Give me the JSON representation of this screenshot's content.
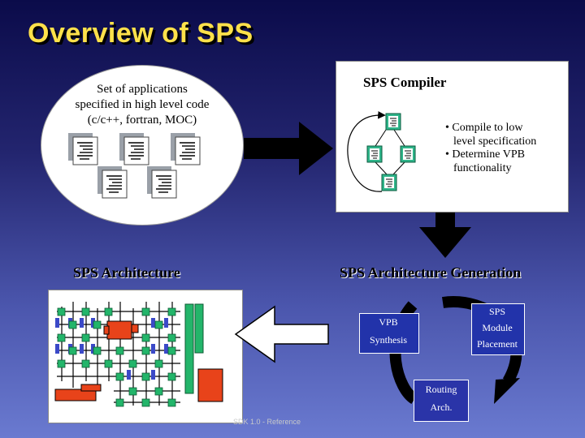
{
  "title": "Overview of SPS",
  "applications": {
    "lines": [
      "Set of applications",
      "specified in high level code",
      "(c/c++, fortran, MOC)"
    ]
  },
  "compiler": {
    "title": "SPS Compiler",
    "bullets": [
      "• Compile to low",
      "level specification",
      "• Determine VPB",
      "functionality"
    ]
  },
  "architecture": {
    "title": "SPS Architecture"
  },
  "generation": {
    "title": "SPS Architecture Generation",
    "vpb_synthesis": [
      "VPB",
      "Synthesis"
    ],
    "sps_module_placement": [
      "SPS",
      "Module",
      "Placement"
    ],
    "routing_arch": [
      "Routing",
      "Arch."
    ]
  },
  "footer": "SDK 1.0 - Reference",
  "colors": {
    "title": "#ffe14a",
    "box_blue": "#2233aa",
    "module_red": "#e8431a",
    "grid_green": "#23b56a"
  }
}
